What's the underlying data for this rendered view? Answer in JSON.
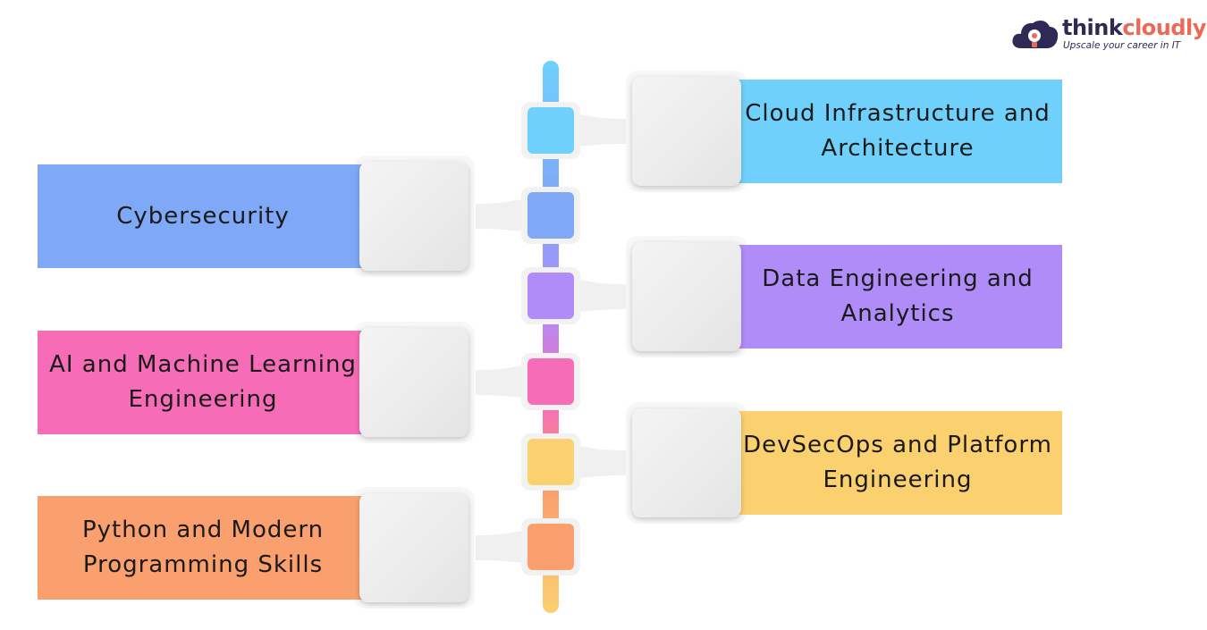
{
  "logo": {
    "brand_part1": "think",
    "brand_part2": "cloudly",
    "tagline": "Upscale your career in IT",
    "icon": "cloud-lightbulb-icon",
    "colors": {
      "dark": "#2e2a55",
      "accent": "#ec6a55"
    }
  },
  "timeline": {
    "rail_colors": [
      "#6fd0fb",
      "#7fa8f7",
      "#b08cf8",
      "#f76cb7",
      "#fbd06f",
      "#f9a06e"
    ]
  },
  "items": [
    {
      "label": "Cloud Infrastructure and Architecture",
      "side": "right",
      "color": "#6fd0fb"
    },
    {
      "label": "Cybersecurity",
      "side": "left",
      "color": "#7fa8f7"
    },
    {
      "label": "Data Engineering and Analytics",
      "side": "right",
      "color": "#b08cf8"
    },
    {
      "label": "AI and Machine Learning Engineering",
      "side": "left",
      "color": "#f76cb7"
    },
    {
      "label": "DevSecOps and Platform Engineering",
      "side": "right",
      "color": "#fbd06f"
    },
    {
      "label": "Python and Modern Programming Skills",
      "side": "left",
      "color": "#f9a06e"
    }
  ]
}
